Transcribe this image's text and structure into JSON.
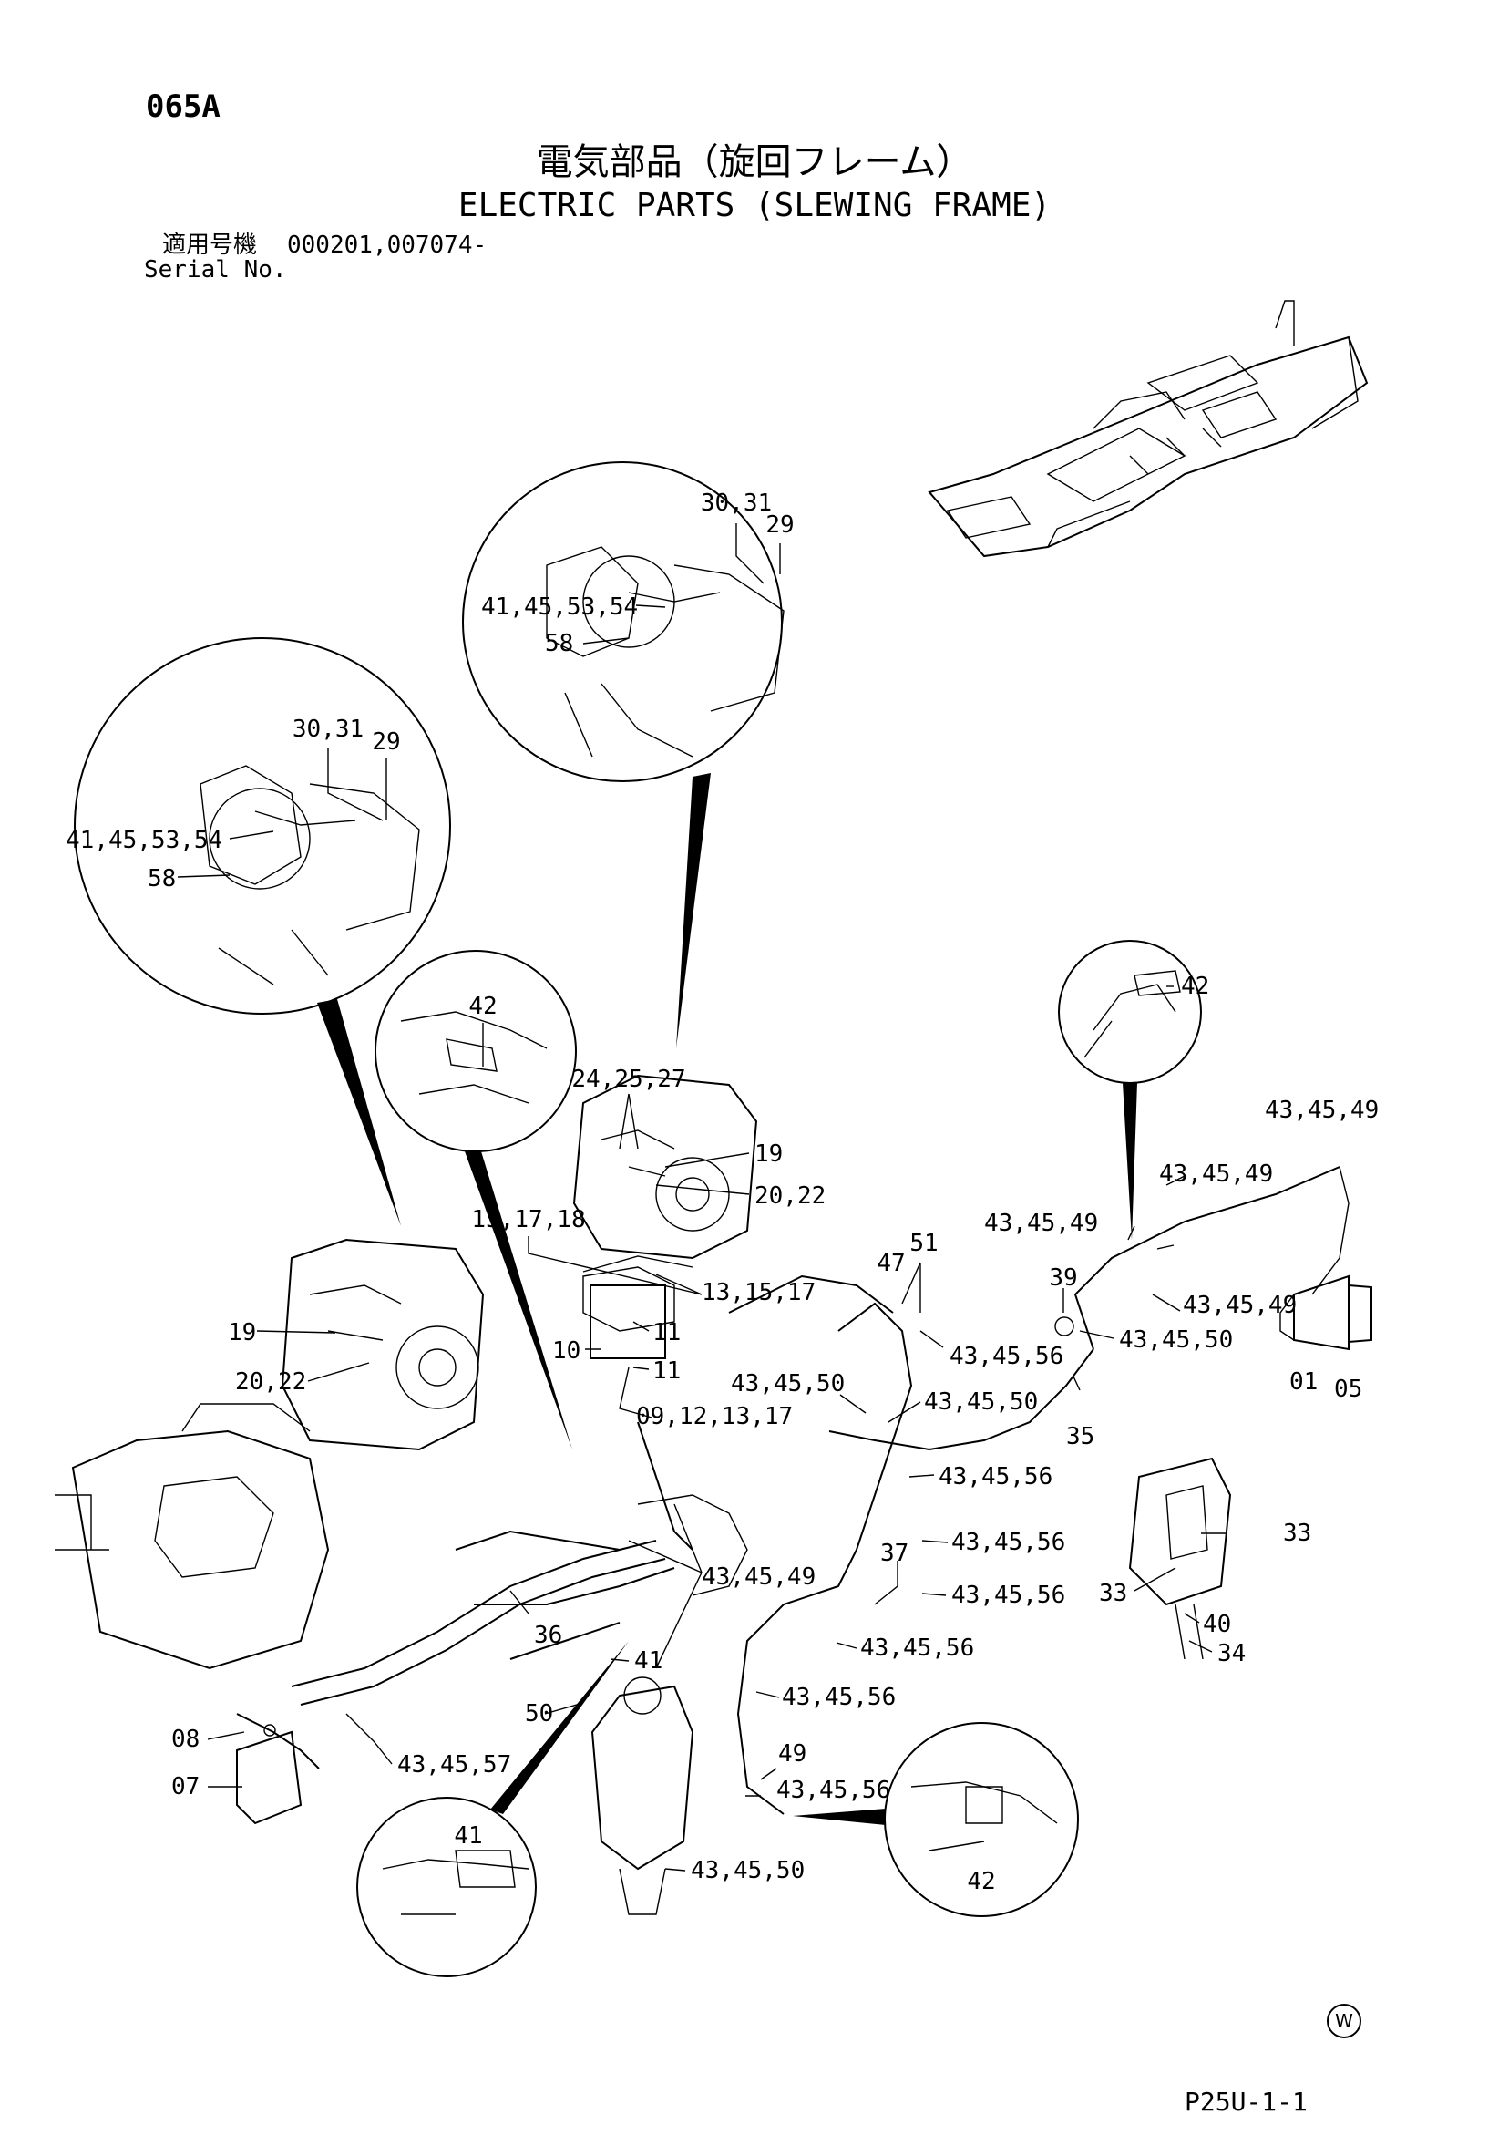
{
  "header": {
    "code": "065A",
    "title_ja": "電気部品（旋回フレーム）",
    "title_en": "ELECTRIC PARTS (SLEWING FRAME)",
    "serial_label_ja": "適用号機",
    "serial_value": "000201,007074-",
    "serial_label_en": "Serial No."
  },
  "footer": {
    "watermark": "W",
    "page_ref": "P25U-1-1"
  },
  "callouts": {
    "c1": "30,31",
    "c2": "29",
    "c3": "41,45,53,54",
    "c4": "58",
    "c5": "30,31",
    "c6": "29",
    "c7": "41,45,53,54",
    "c8": "58",
    "c9": "42",
    "c10": "24,25,27",
    "c11": "19",
    "c12": "20,22",
    "c13": "15,17,18",
    "c14": "13,15,17",
    "c15": "11",
    "c16": "10",
    "c17": "11",
    "c18": "09,12,13,17",
    "c19": "19",
    "c20": "20,22",
    "c21": "42",
    "c22": "43,45,49",
    "c23": "43,45,49",
    "c24": "43,45,49",
    "c25": "43,45,49",
    "c26": "39",
    "c27": "43,45,50",
    "c28": "47",
    "c29": "51",
    "c30": "43,45,56",
    "c31": "43,45,50",
    "c32": "43,45,50",
    "c33": "35",
    "c34": "01",
    "c35": "05",
    "c36": "43,45,56",
    "c37": "43,45,56",
    "c38": "37",
    "c39": "43,45,56",
    "c40": "43,45,56",
    "c41": "43,45,56",
    "c42": "33",
    "c43": "33",
    "c44": "40",
    "c45": "34",
    "c46": "43,45,49",
    "c47": "36",
    "c48": "41",
    "c49": "50",
    "c50": "08",
    "c51": "07",
    "c52": "43,45,57",
    "c53": "49",
    "c54": "43,45,56",
    "c55": "43,45,50",
    "c56": "41",
    "c57": "42"
  }
}
